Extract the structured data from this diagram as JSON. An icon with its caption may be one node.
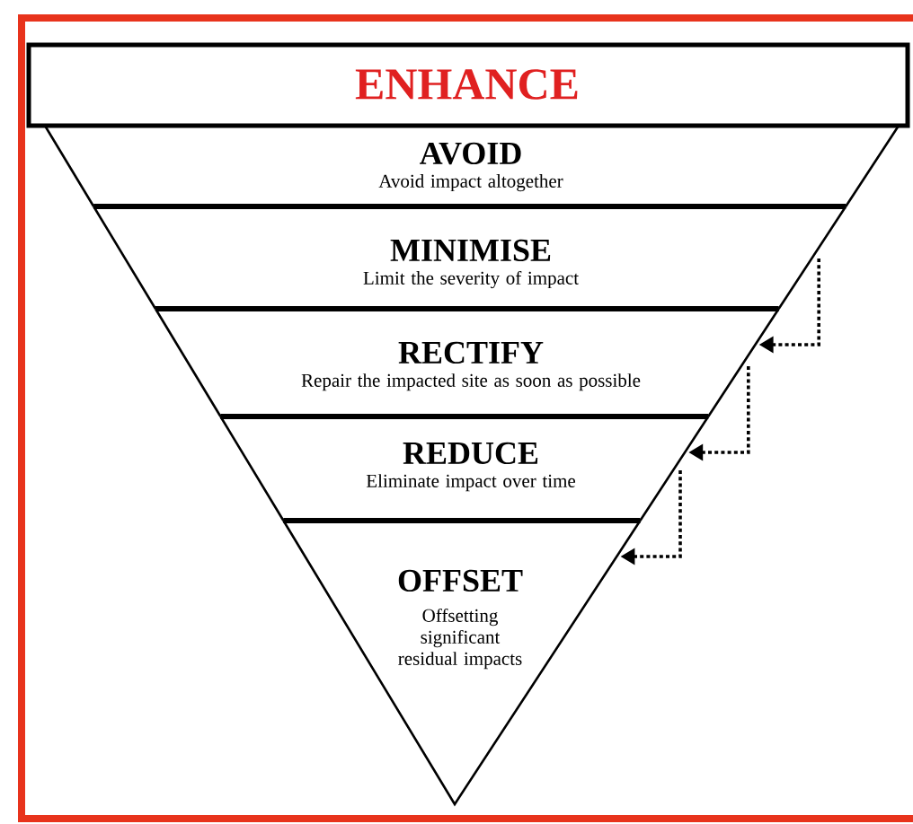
{
  "diagram": {
    "nodes": [
      {
        "text": [
          "ENHANCE"
        ]
      },
      {
        "text": [
          "AVOID",
          "Avoid impact altogether"
        ]
      },
      {
        "text": [
          "MINIMISE",
          "Limit the severity of impact"
        ]
      },
      {
        "text": [
          "RECTIFY",
          "Repair the impacted site as soon as possible"
        ]
      },
      {
        "text": [
          "REDUCE",
          "Eliminate impact over time"
        ]
      },
      {
        "text": [
          "OFFSET",
          "Offsetting significant residual impacts"
        ]
      }
    ],
    "edges": [
      {
        "from": 2,
        "to": 3,
        "arrow": "to",
        "style": "dashed"
      },
      {
        "from": 3,
        "to": 4,
        "arrow": "to",
        "style": "dashed"
      },
      {
        "from": 4,
        "to": 5,
        "arrow": "to",
        "style": "dashed"
      }
    ]
  }
}
